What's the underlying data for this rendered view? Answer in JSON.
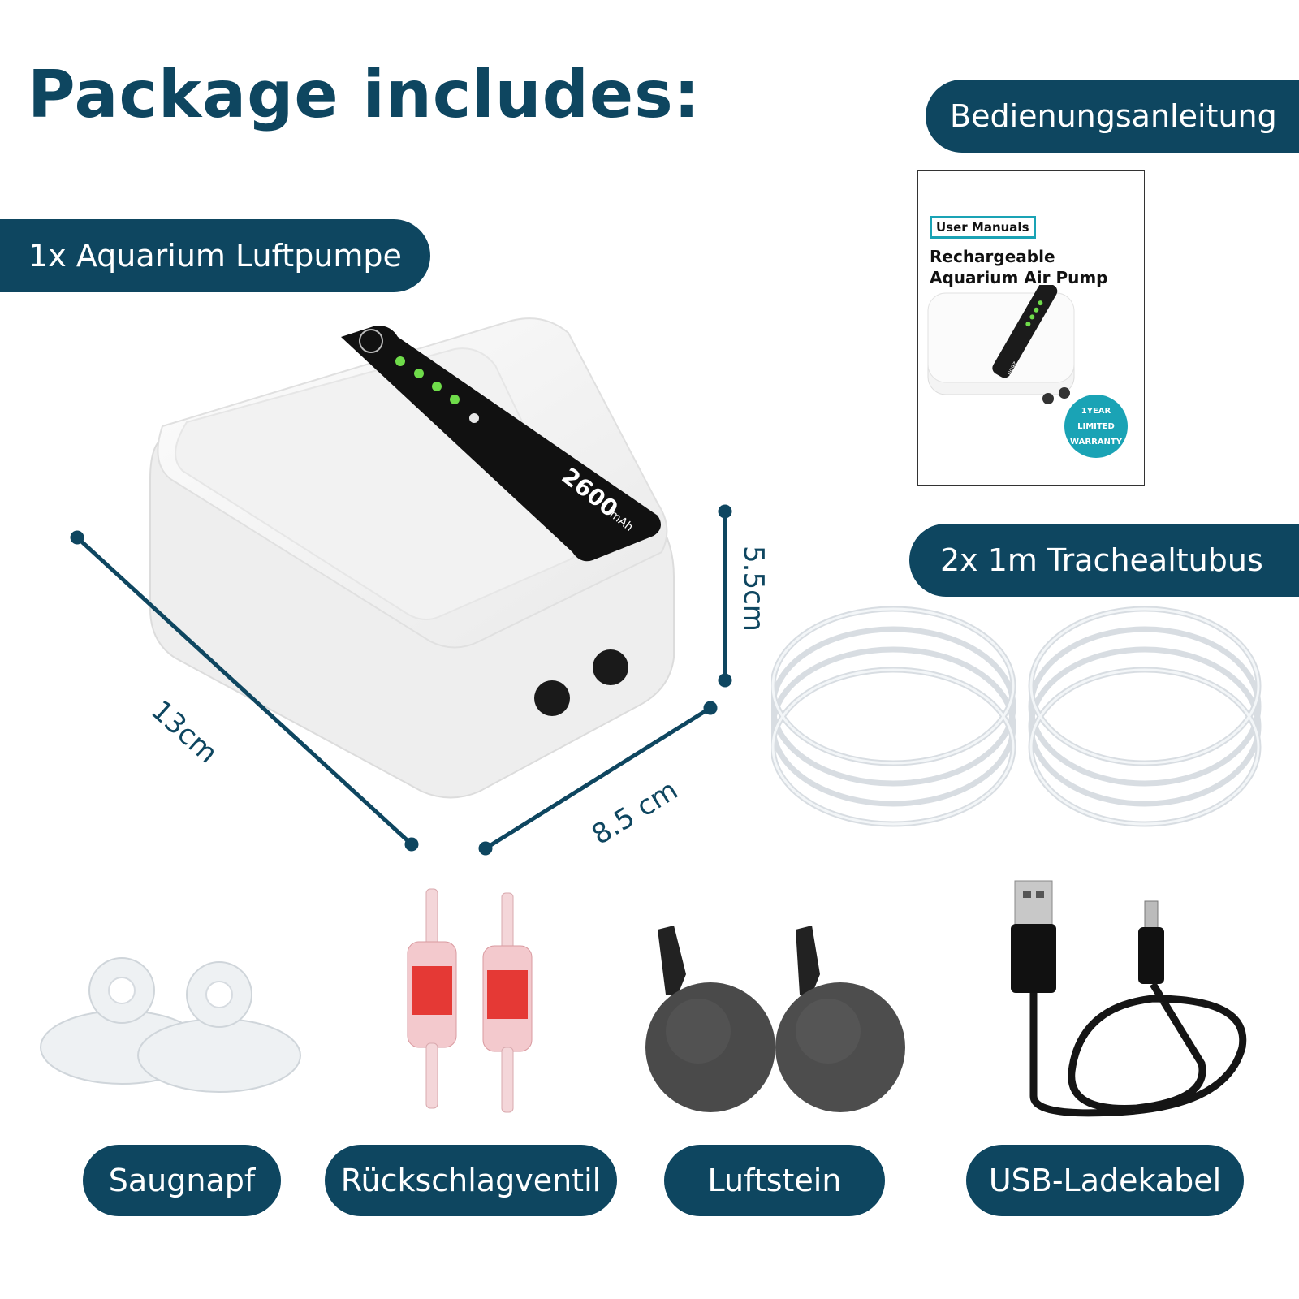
{
  "title": "Package includes:",
  "labels": {
    "pump": "1x Aquarium Luftpumpe",
    "manual": "Bedienungsanleitung",
    "tube": "2x 1m Trachealtubus",
    "suction_cup": "Saugnapf",
    "check_valve": "Rückschlagventil",
    "air_stone": "Luftstein",
    "usb_cable": "USB-Ladekabel"
  },
  "manual": {
    "badge": "User Manuals",
    "title_line1": "Rechargeable",
    "title_line2": "Aquarium Air Pump",
    "warranty_line1": "1YEAR",
    "warranty_line2": "LIMITED",
    "warranty_line3": "WARRANTY",
    "pump_capacity": "2600"
  },
  "pump": {
    "capacity": "2600",
    "unit": "mAh"
  },
  "dimensions": {
    "length": "13cm",
    "width": "8.5 cm",
    "height": "5.5cm"
  },
  "colors": {
    "brand": "#0e4660",
    "accent": "#1aa3b5",
    "valve": "#e53935",
    "led": "#6fdc4a"
  }
}
